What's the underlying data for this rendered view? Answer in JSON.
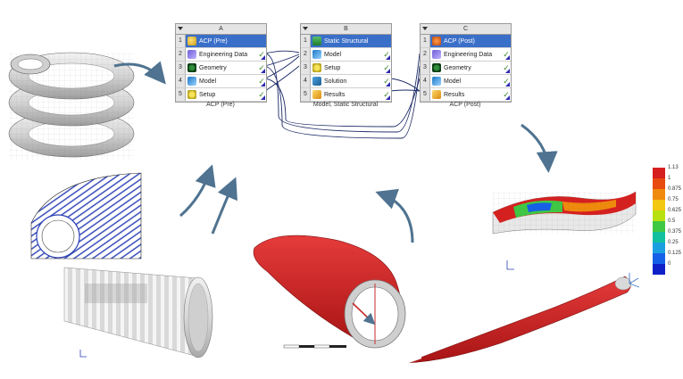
{
  "systems": [
    {
      "column": "A",
      "caption": "ACP (Pre)",
      "rows": [
        {
          "num": "1",
          "label": "ACP (Pre)",
          "icon": "acp-icon",
          "check": false,
          "title": true
        },
        {
          "num": "2",
          "label": "Engineering Data",
          "icon": "engineering-data-icon",
          "check": true
        },
        {
          "num": "3",
          "label": "Geometry",
          "icon": "geometry-icon",
          "check": true
        },
        {
          "num": "4",
          "label": "Model",
          "icon": "model-icon",
          "check": true
        },
        {
          "num": "5",
          "label": "Setup",
          "icon": "setup-icon",
          "check": true
        }
      ]
    },
    {
      "column": "B",
      "caption": "Model, Static Structural",
      "rows": [
        {
          "num": "1",
          "label": "Static Structural",
          "icon": "static-structural-icon",
          "check": false,
          "title": true
        },
        {
          "num": "2",
          "label": "Model",
          "icon": "model-icon",
          "check": true
        },
        {
          "num": "3",
          "label": "Setup",
          "icon": "setup-icon",
          "check": true
        },
        {
          "num": "4",
          "label": "Solution",
          "icon": "solution-icon",
          "check": true
        },
        {
          "num": "5",
          "label": "Results",
          "icon": "results-icon",
          "check": true
        }
      ]
    },
    {
      "column": "C",
      "caption": "ACP (Post)",
      "rows": [
        {
          "num": "1",
          "label": "ACP (Post)",
          "icon": "acp-post-icon",
          "check": false,
          "title": true
        },
        {
          "num": "2",
          "label": "Engineering Data",
          "icon": "engineering-data-icon",
          "check": true
        },
        {
          "num": "3",
          "label": "Geometry",
          "icon": "geometry-icon",
          "check": true
        },
        {
          "num": "4",
          "label": "Model",
          "icon": "model-icon",
          "check": true
        },
        {
          "num": "5",
          "label": "Results",
          "icon": "results-icon",
          "check": true
        }
      ]
    }
  ],
  "legend": {
    "values": [
      "1.13",
      "1",
      "0.875",
      "0.75",
      "0.625",
      "0.5",
      "0.375",
      "0.25",
      "0.125",
      "0"
    ],
    "colors": [
      "#d62020",
      "#e84a10",
      "#f08a0c",
      "#f2c811",
      "#b8e010",
      "#3fc843",
      "#12c0a0",
      "#1aa0e0",
      "#1560e8",
      "#1020c8"
    ]
  },
  "colors": {
    "blade": "#cc1f1f",
    "title_row": "#3a6fc9",
    "arrow": "#4f7390",
    "link_line": "#1b2a66"
  }
}
